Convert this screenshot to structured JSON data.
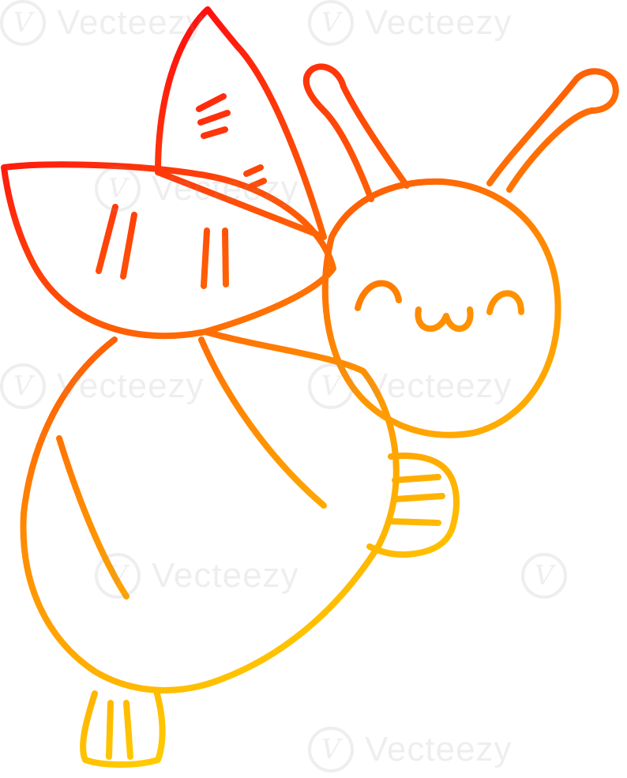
{
  "illustration": {
    "subject": "cartoon-bee",
    "stroke_gradient": [
      "#ff0f0f",
      "#ff8a00",
      "#ffe600"
    ],
    "background": "#ffffff"
  },
  "watermark": {
    "brand": "Vecteezy",
    "logo_glyph": "V"
  }
}
